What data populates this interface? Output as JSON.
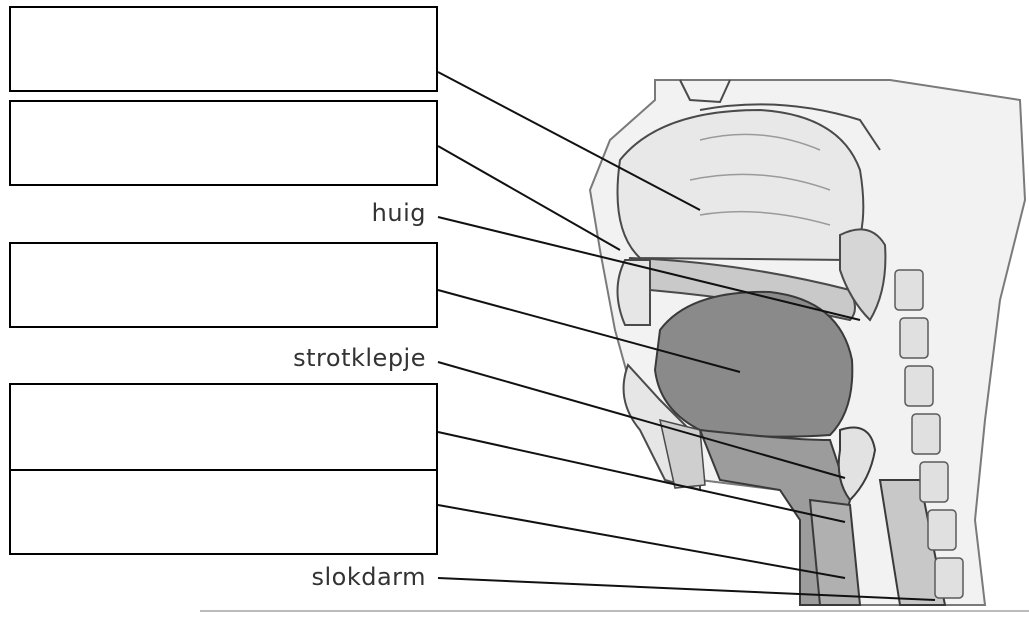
{
  "labels": {
    "huig": "huig",
    "strotklepje": "strotklepje",
    "slokdarm": "slokdarm"
  },
  "answer_boxes": [
    "",
    "",
    "",
    "",
    ""
  ],
  "colors": {
    "line": "#111111",
    "tissue_light": "#e4e4e4",
    "tissue_mid": "#bdbdbd",
    "tongue": "#8a8a8a",
    "outline": "#4a4a4a"
  }
}
